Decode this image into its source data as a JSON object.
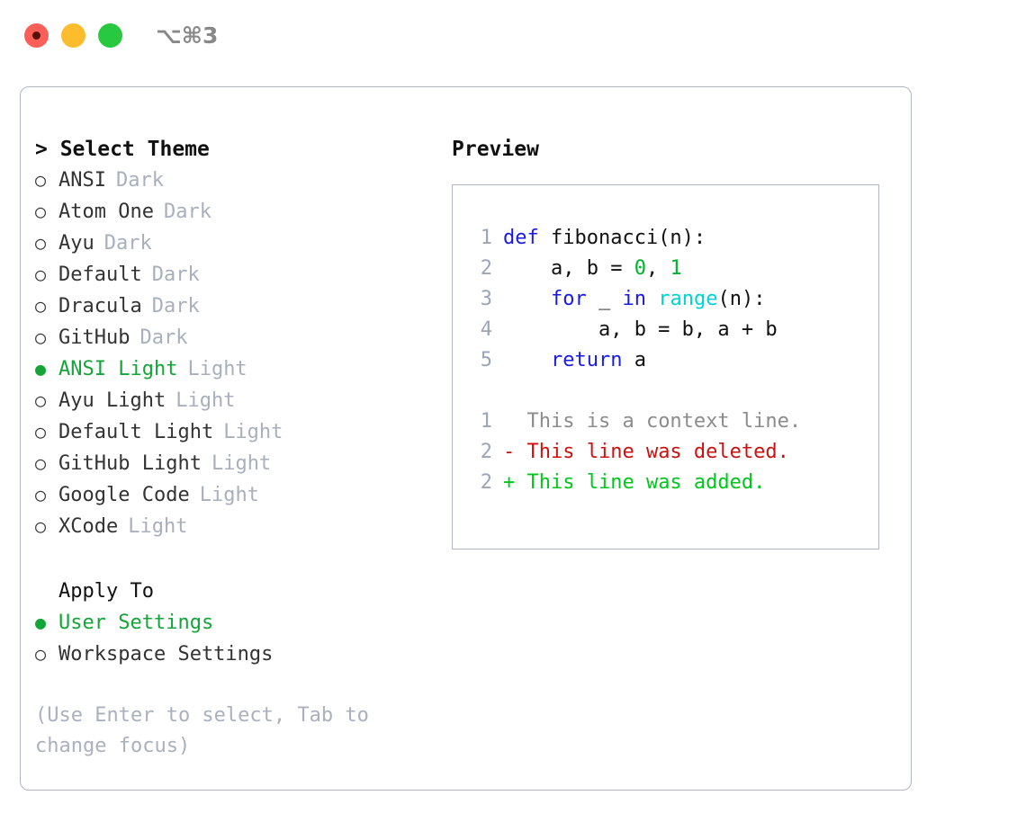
{
  "titlebar": {
    "shortcut": "⌥⌘3",
    "buttons": [
      {
        "name": "close",
        "color": "#fb5f57"
      },
      {
        "name": "minimize",
        "color": "#fcbc2d"
      },
      {
        "name": "zoom",
        "color": "#28c840"
      }
    ]
  },
  "theme_picker": {
    "title": "> Select Theme",
    "options": [
      {
        "bullet": "○",
        "name": "ANSI",
        "kind": "Dark",
        "selected": false
      },
      {
        "bullet": "○",
        "name": "Atom One",
        "kind": "Dark",
        "selected": false
      },
      {
        "bullet": "○",
        "name": "Ayu",
        "kind": "Dark",
        "selected": false
      },
      {
        "bullet": "○",
        "name": "Default",
        "kind": "Dark",
        "selected": false
      },
      {
        "bullet": "○",
        "name": "Dracula",
        "kind": "Dark",
        "selected": false
      },
      {
        "bullet": "○",
        "name": "GitHub",
        "kind": "Dark",
        "selected": false
      },
      {
        "bullet": "●",
        "name": "ANSI Light",
        "kind": "Light",
        "selected": true
      },
      {
        "bullet": "○",
        "name": "Ayu Light",
        "kind": "Light",
        "selected": false
      },
      {
        "bullet": "○",
        "name": "Default Light",
        "kind": "Light",
        "selected": false
      },
      {
        "bullet": "○",
        "name": "GitHub Light",
        "kind": "Light",
        "selected": false
      },
      {
        "bullet": "○",
        "name": "Google Code",
        "kind": "Light",
        "selected": false
      },
      {
        "bullet": "○",
        "name": "XCode",
        "kind": "Light",
        "selected": false
      }
    ]
  },
  "apply_to": {
    "title": "Apply To",
    "options": [
      {
        "bullet": "●",
        "name": "User Settings",
        "selected": true
      },
      {
        "bullet": "○",
        "name": "Workspace Settings",
        "selected": false
      }
    ]
  },
  "hint": "(Use Enter to select, Tab to change focus)",
  "preview": {
    "title": "Preview",
    "code_lines": [
      {
        "no": "1",
        "tokens": [
          {
            "t": "def ",
            "c": "kw"
          },
          {
            "t": "fibonacci(n):",
            "c": "txt"
          }
        ]
      },
      {
        "no": "2",
        "tokens": [
          {
            "t": "    a, b = ",
            "c": "txt"
          },
          {
            "t": "0",
            "c": "num"
          },
          {
            "t": ", ",
            "c": "txt"
          },
          {
            "t": "1",
            "c": "num"
          }
        ]
      },
      {
        "no": "3",
        "tokens": [
          {
            "t": "    ",
            "c": "txt"
          },
          {
            "t": "for",
            "c": "kw"
          },
          {
            "t": " _ ",
            "c": "txt"
          },
          {
            "t": "in",
            "c": "kw"
          },
          {
            "t": " ",
            "c": "txt"
          },
          {
            "t": "range",
            "c": "fn"
          },
          {
            "t": "(n):",
            "c": "txt"
          }
        ]
      },
      {
        "no": "4",
        "tokens": [
          {
            "t": "        a, b = b, a + b",
            "c": "txt"
          }
        ]
      },
      {
        "no": "5",
        "tokens": [
          {
            "t": "    ",
            "c": "txt"
          },
          {
            "t": "return",
            "c": "kw"
          },
          {
            "t": " a",
            "c": "txt"
          }
        ]
      }
    ],
    "diff_lines": [
      {
        "no": "1",
        "marker": " ",
        "text": "This is a context line.",
        "kind": "ctx"
      },
      {
        "no": "2",
        "marker": "-",
        "text": "This line was deleted.",
        "kind": "del"
      },
      {
        "no": "2",
        "marker": "+",
        "text": "This line was added.",
        "kind": "add"
      }
    ]
  },
  "colors": {
    "accent_green": "#13a538",
    "muted": "#a8b0bd",
    "border": "#aeb6c4",
    "keyword": "#1a1ae5",
    "function": "#00d3d3",
    "number": "#00b32c",
    "diff_delete": "#cc1111",
    "diff_add": "#00c61d"
  }
}
